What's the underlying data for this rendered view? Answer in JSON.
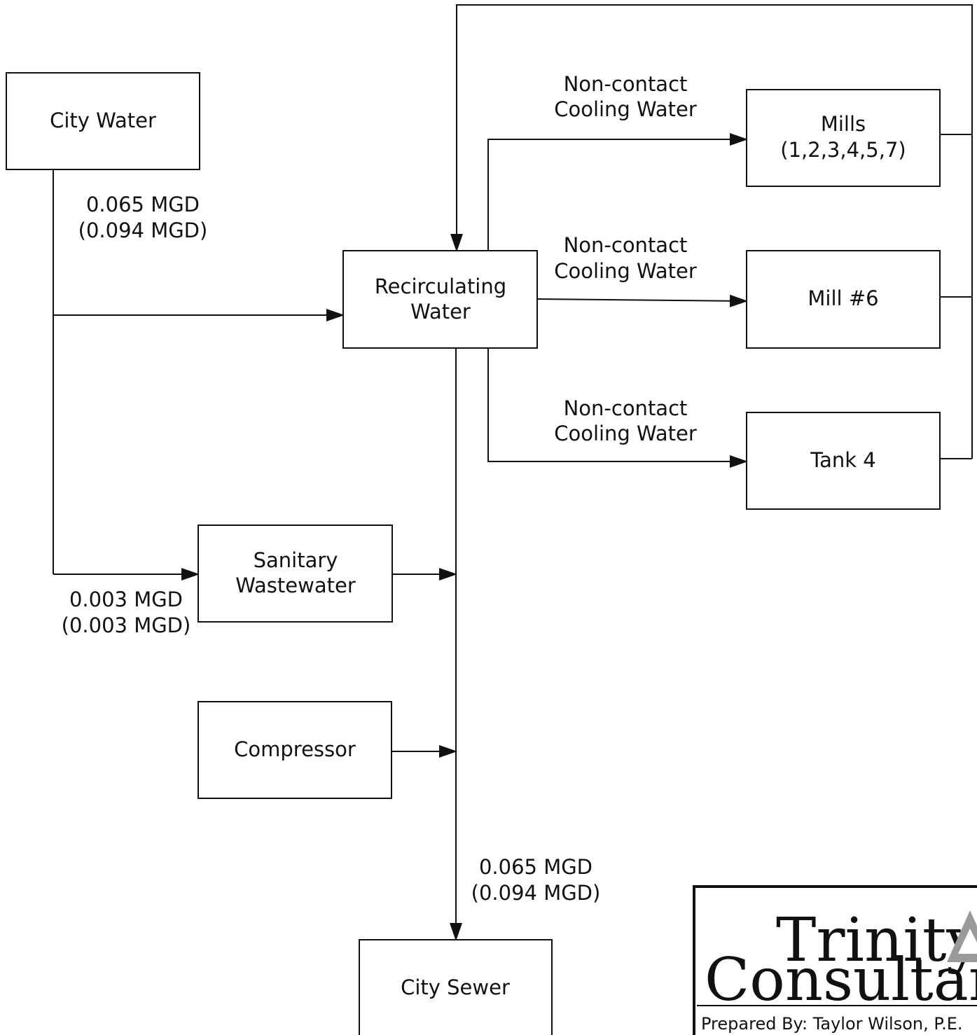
{
  "nodes": {
    "city_water": [
      "City Water"
    ],
    "recirculating_water": [
      "Recirculating",
      "Water"
    ],
    "mills": [
      "Mills",
      "(1,2,3,4,5,7)"
    ],
    "mill6": [
      "Mill #6"
    ],
    "tank4": [
      "Tank 4"
    ],
    "sanitary_wastewater": [
      "Sanitary",
      "Wastewater"
    ],
    "compressor": [
      "Compressor"
    ],
    "city_sewer": [
      "City Sewer"
    ]
  },
  "flows": {
    "city_water_out": [
      "0.065 MGD",
      "(0.094 MGD)"
    ],
    "sanitary_in": [
      "0.003 MGD",
      "(0.003 MGD)"
    ],
    "to_sewer": [
      "0.065 MGD",
      "(0.094 MGD)"
    ],
    "cooling_mills": [
      "Non-contact",
      "Cooling Water"
    ],
    "cooling_mill6": [
      "Non-contact",
      "Cooling Water"
    ],
    "cooling_tank4": [
      "Non-contact",
      "Cooling Water"
    ]
  },
  "logo": {
    "line1": "Trinity",
    "line2": "Consultants",
    "prepared_by": "Prepared By: Taylor Wilson, P.E."
  }
}
